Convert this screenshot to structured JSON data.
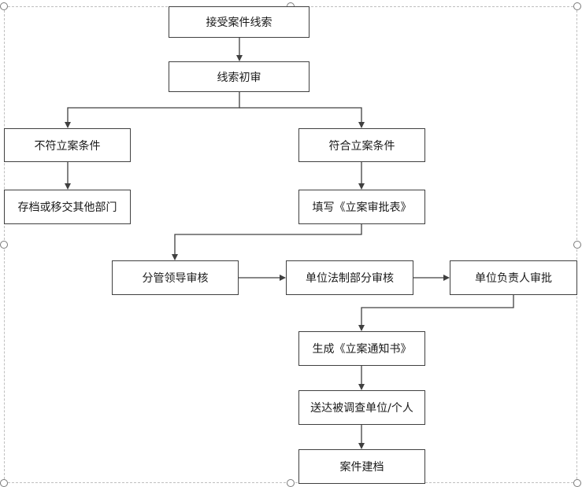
{
  "nodes": {
    "accept": "接受案件线索",
    "initial_review": "线索初审",
    "not_qualified": "不符立案条件",
    "qualified": "符合立案条件",
    "archive_or_transfer": "存档或移交其他部门",
    "fill_form": "填写《立案审批表》",
    "leader_review": "分管领导审核",
    "legal_review": "单位法制部分审核",
    "head_approval": "单位负责人审批",
    "generate_notice": "生成《立案通知书》",
    "deliver": "送达被调查单位/个人",
    "case_archive": "案件建档"
  }
}
